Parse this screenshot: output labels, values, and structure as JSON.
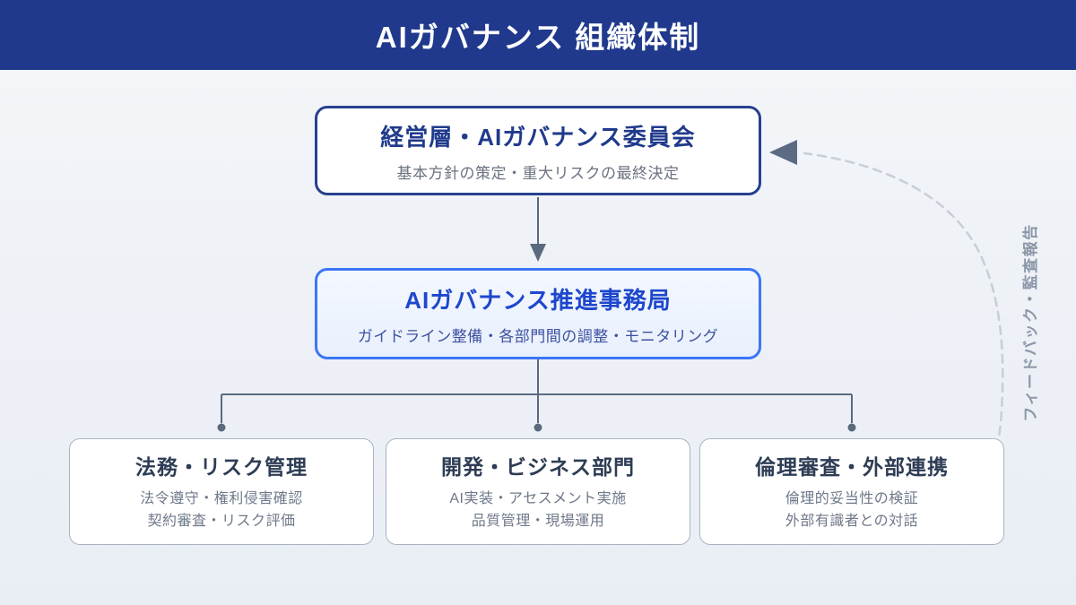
{
  "header": {
    "title": "AIガバナンス 組織体制"
  },
  "nodes": {
    "executive": {
      "title": "経営層・AIガバナンス委員会",
      "subtitle": "基本方針の策定・重大リスクの最終決定"
    },
    "office": {
      "title": "AIガバナンス推進事務局",
      "subtitle": "ガイドライン整備・各部門間の調整・モニタリング"
    },
    "departments": [
      {
        "title": "法務・リスク管理",
        "line1": "法令遵守・権利侵害確認",
        "line2": "契約審査・リスク評価"
      },
      {
        "title": "開発・ビジネス部門",
        "line1": "AI実装・アセスメント実施",
        "line2": "品質管理・現場運用"
      },
      {
        "title": "倫理審査・外部連携",
        "line1": "倫理的妥当性の検証",
        "line2": "外部有識者との対話"
      }
    ]
  },
  "feedback": {
    "label": "フィードバック・監査報告"
  },
  "colors": {
    "header_bg": "#20398c",
    "exec_border": "#27408f",
    "exec_title": "#203a8c",
    "office_border": "#3b76f6",
    "office_title": "#1d47cc",
    "office_subtitle": "#3d519f",
    "office_bg": "#edf3fe",
    "dept_border": "#a9b4c3",
    "dept_title": "#2e3d55",
    "muted_text": "#6e7889",
    "connector_line": "#5a6a7e",
    "dashed_line": "#c7ced9",
    "vertical_label": "#8b96a8"
  }
}
